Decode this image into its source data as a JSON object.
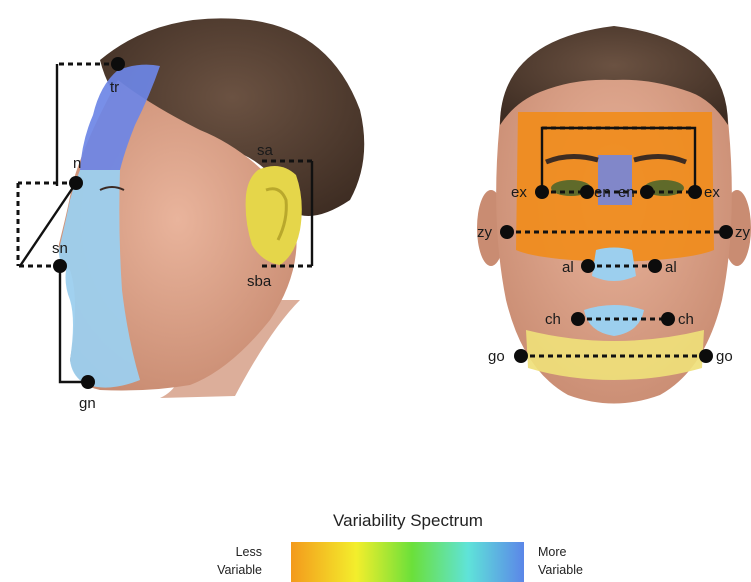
{
  "side_view": {
    "landmarks": [
      "tr",
      "n",
      "sn",
      "gn",
      "sa",
      "sba"
    ]
  },
  "front_view": {
    "landmarks": {
      "ex_left": "ex",
      "en_left": "en",
      "en_right": "en",
      "ex_right": "ex",
      "zy_left": "zy",
      "zy_right": "zy",
      "al_left": "al",
      "al_right": "al",
      "ch_left": "ch",
      "ch_right": "ch",
      "go_left": "go",
      "go_right": "go"
    }
  },
  "legend": {
    "title": "Variability Spectrum",
    "left_line1": "Less",
    "left_line2": "Variable",
    "right_line1": "More",
    "right_line2": "Variable",
    "gradient_colors": [
      "#f39a1c",
      "#f3ee2c",
      "#6be03a",
      "#5fe3d9",
      "#5b86e8"
    ]
  },
  "region_colors": {
    "least": "#f08c1c",
    "low": "#efe07a",
    "high": "#9ccfee",
    "highest": "#6d86e6",
    "ear": "#e5d64a"
  }
}
